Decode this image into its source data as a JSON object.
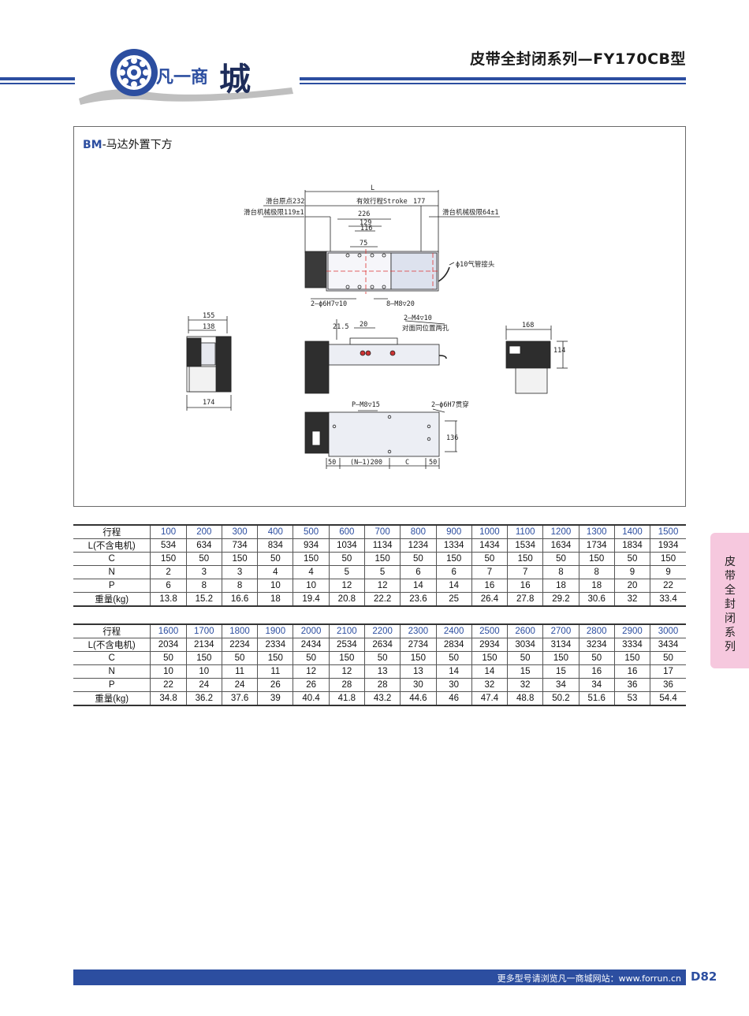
{
  "header": {
    "logo_text_small": "凡一商",
    "logo_text_big": "城",
    "title": "皮带全封闭系列—FY170CB型"
  },
  "panel": {
    "title_prefix": "BM",
    "title_rest": "-马达外置下方"
  },
  "drawing_labels": {
    "L": "L",
    "slide_origin": "滑台原点232",
    "effective_stroke": "有效行程Stroke",
    "d177": "177",
    "slide_limit_left": "滑台机械极限119±1",
    "d226": "226",
    "slide_limit_right": "滑台机械极限64±1",
    "d129": "129",
    "d116": "116",
    "d75": "75",
    "air_connector": "ϕ10气管接头",
    "pin_hole": "2—ϕ6H7▽10",
    "m8_holes": "8—M8▽20",
    "d155": "155",
    "d138": "138",
    "d174": "174",
    "m4_holes": "2—M4▽10",
    "opposite_holes": "对面同位置两孔",
    "d21_5": "21.5",
    "d20": "20",
    "d168": "168",
    "d114": "114",
    "p_m8": "P—M8▽15",
    "through_holes": "2—ϕ6H7贯穿",
    "d136": "136",
    "d50a": "50",
    "n_pitch": "(N—1)200",
    "c_label": "C",
    "d50b": "50"
  },
  "table1": {
    "rows": [
      {
        "label": "行程",
        "values": [
          "100",
          "200",
          "300",
          "400",
          "500",
          "600",
          "700",
          "800",
          "900",
          "1000",
          "1100",
          "1200",
          "1300",
          "1400",
          "1500"
        ]
      },
      {
        "label": "L(不含电机)",
        "values": [
          "534",
          "634",
          "734",
          "834",
          "934",
          "1034",
          "1134",
          "1234",
          "1334",
          "1434",
          "1534",
          "1634",
          "1734",
          "1834",
          "1934"
        ]
      },
      {
        "label": "C",
        "values": [
          "150",
          "50",
          "150",
          "50",
          "150",
          "50",
          "150",
          "50",
          "150",
          "50",
          "150",
          "50",
          "150",
          "50",
          "150"
        ]
      },
      {
        "label": "N",
        "values": [
          "2",
          "3",
          "3",
          "4",
          "4",
          "5",
          "5",
          "6",
          "6",
          "7",
          "7",
          "8",
          "8",
          "9",
          "9"
        ]
      },
      {
        "label": "P",
        "values": [
          "6",
          "8",
          "8",
          "10",
          "10",
          "12",
          "12",
          "14",
          "14",
          "16",
          "16",
          "18",
          "18",
          "20",
          "22"
        ]
      },
      {
        "label": "重量(kg)",
        "values": [
          "13.8",
          "15.2",
          "16.6",
          "18",
          "19.4",
          "20.8",
          "22.2",
          "23.6",
          "25",
          "26.4",
          "27.8",
          "29.2",
          "30.6",
          "32",
          "33.4"
        ]
      }
    ]
  },
  "table2": {
    "rows": [
      {
        "label": "行程",
        "values": [
          "1600",
          "1700",
          "1800",
          "1900",
          "2000",
          "2100",
          "2200",
          "2300",
          "2400",
          "2500",
          "2600",
          "2700",
          "2800",
          "2900",
          "3000"
        ]
      },
      {
        "label": "L(不含电机)",
        "values": [
          "2034",
          "2134",
          "2234",
          "2334",
          "2434",
          "2534",
          "2634",
          "2734",
          "2834",
          "2934",
          "3034",
          "3134",
          "3234",
          "3334",
          "3434"
        ]
      },
      {
        "label": "C",
        "values": [
          "50",
          "150",
          "50",
          "150",
          "50",
          "150",
          "50",
          "150",
          "50",
          "150",
          "50",
          "150",
          "50",
          "150",
          "50"
        ]
      },
      {
        "label": "N",
        "values": [
          "10",
          "10",
          "11",
          "11",
          "12",
          "12",
          "13",
          "13",
          "14",
          "14",
          "15",
          "15",
          "16",
          "16",
          "17"
        ]
      },
      {
        "label": "P",
        "values": [
          "22",
          "24",
          "24",
          "26",
          "26",
          "28",
          "28",
          "30",
          "30",
          "32",
          "32",
          "34",
          "34",
          "36",
          "36"
        ]
      },
      {
        "label": "重量(kg)",
        "values": [
          "34.8",
          "36.2",
          "37.6",
          "39",
          "40.4",
          "41.8",
          "43.2",
          "44.6",
          "46",
          "47.4",
          "48.8",
          "50.2",
          "51.6",
          "53",
          "54.4"
        ]
      }
    ]
  },
  "side_tab": {
    "text": "皮带全封闭系列"
  },
  "footer": {
    "text": "更多型号请浏览凡一商城网站：www.forrun.cn",
    "page_number": "D82"
  },
  "colors": {
    "accent": "#2c4ea0",
    "tab": "#f6c8de"
  }
}
